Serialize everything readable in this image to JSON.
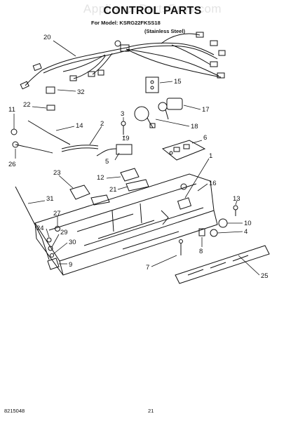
{
  "watermark": "AppliancePartsPros.com",
  "title": "CONTROL PARTS",
  "model_line": "For Model: KSRG22FKSS18",
  "model_variant": "(Stainless Steel)",
  "footer": {
    "doc_number": "8215048",
    "page_number": "21"
  },
  "callouts": [
    "20",
    "32",
    "15",
    "22",
    "11",
    "3",
    "17",
    "14",
    "2",
    "18",
    "19",
    "6",
    "26",
    "5",
    "1",
    "23",
    "12",
    "16",
    "21",
    "13",
    "31",
    "27",
    "10",
    "24",
    "29",
    "4",
    "30",
    "8",
    "9",
    "7",
    "25"
  ],
  "colors": {
    "line": "#111111",
    "background": "#ffffff",
    "watermark": "#e3e3e3"
  }
}
